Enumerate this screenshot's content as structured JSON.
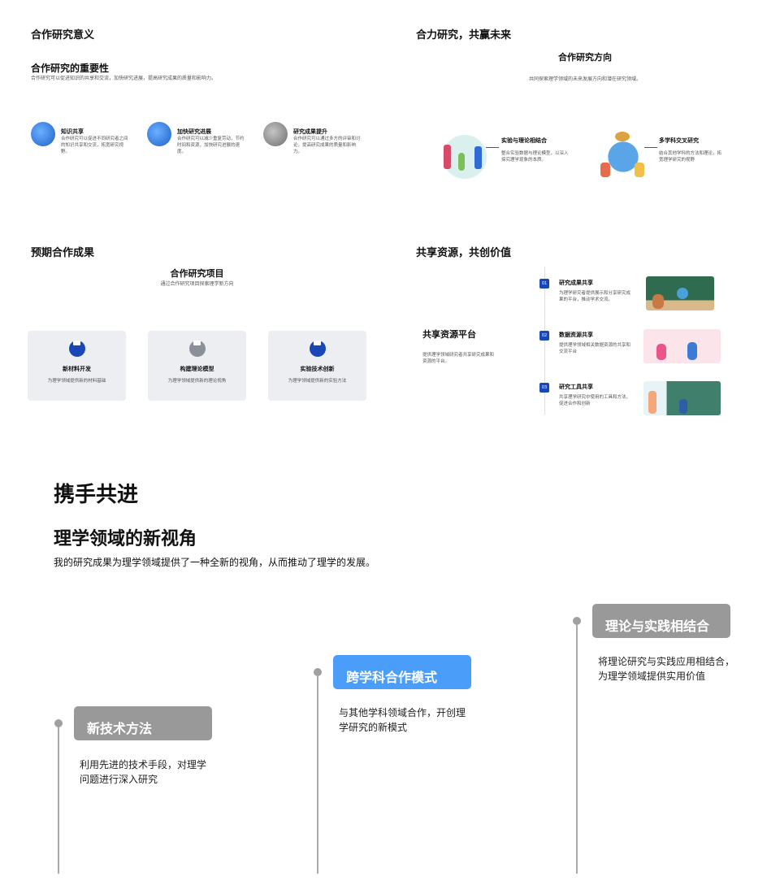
{
  "q1": {
    "title": "合作研究意义",
    "heading": "合作研究的重要性",
    "desc": "合作研究可以促进知识的共享和交流，加快研究进展，提高研究成果的质量和影响力。",
    "features": [
      {
        "icon": "globe-cart-icon",
        "title": "知识共享",
        "desc": "合作研究可以促进不同研究者之间的知识共享和交流，拓宽研究视野。"
      },
      {
        "icon": "globe-cart-icon",
        "title": "加快研究进展",
        "desc": "合作研究可以减少重复劳动，节约时间和资源，加快研究进展的速度。"
      },
      {
        "icon": "globe-cart-icon",
        "title": "研究成果提升",
        "desc": "合作研究可以通过多方的评审和讨论，提高研究成果的质量和影响力。"
      }
    ]
  },
  "q2": {
    "title": "合力研究，共赢未来",
    "heading": "合作研究方向",
    "desc": "共同探索理学领域的未来发展方向和潜在研究领域。",
    "items": [
      {
        "title": "实验与理论相结合",
        "desc": "整合实验数据与理论模型，以深入探究理学现象的本质。"
      },
      {
        "title": "多学科交叉研究",
        "desc": "结合其他学科的方法和理论，拓宽理学研究的视野"
      }
    ]
  },
  "q3": {
    "title": "预期合作成果",
    "heading": "合作研究项目",
    "desc": "通过合作研究项目探索理学新方向",
    "cards": [
      {
        "title": "新材料开发",
        "desc": "为理学领域提供新的材料基础",
        "color": "#1947b6"
      },
      {
        "title": "构建理论模型",
        "desc": "为理学领域提供新的理论视角",
        "color": "#8a8f99"
      },
      {
        "title": "实验技术创新",
        "desc": "为理学领域提供新的实验方法",
        "color": "#1947b6"
      }
    ]
  },
  "q4": {
    "title": "共享资源，共创价值",
    "platform_title": "共享资源平台",
    "platform_desc": "提供理学领域研究者共享研究成果和资源的平台。",
    "items": [
      {
        "num": "01",
        "title": "研究成果共享",
        "desc": "为理学研究者提供展示和分享研究成果的平台，推动学术交流。"
      },
      {
        "num": "02",
        "title": "数据资源共享",
        "desc": "提供理学领域相关数据资源的共享和交流平台"
      },
      {
        "num": "03",
        "title": "研究工具共享",
        "desc": "共享理学研究中使用的工具和方法，促进合作和创新"
      }
    ]
  },
  "bottom": {
    "title": "携手共进",
    "subtitle": "理学领域的新视角",
    "desc": "我的研究成果为理学领域提供了一种全新的视角，从而推动了理学的发展。",
    "timeline": [
      {
        "label": "新技术方法",
        "desc": "利用先进的技术手段，对理学问题进行深入研究",
        "color": "#999999"
      },
      {
        "label": "跨学科合作模式",
        "desc": "与其他学科领域合作，开创理学研究的新模式",
        "color": "#4a9df8"
      },
      {
        "label": "理论与实践相结合",
        "desc": "将理论研究与实践应用相结合，为理学领域提供实用价值",
        "color": "#999999"
      }
    ]
  }
}
